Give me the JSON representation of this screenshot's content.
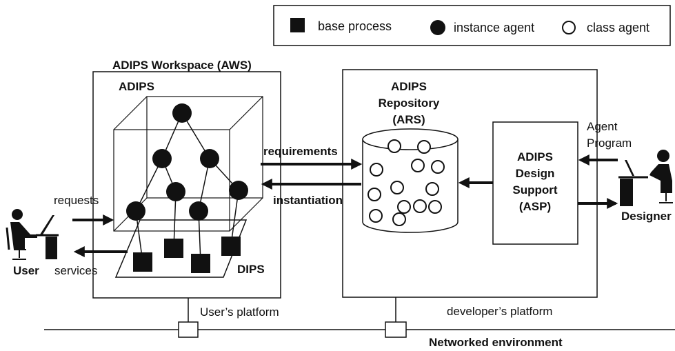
{
  "legend": {
    "base_process": "base process",
    "instance_agent": "instance agent",
    "class_agent": "class agent"
  },
  "aws": {
    "title": "ADIPS Workspace (AWS)",
    "adips_label": "ADIPS",
    "dips_label": "DIPS"
  },
  "ars": {
    "line1": "ADIPS",
    "line2": "Repository",
    "line3": "(ARS)"
  },
  "asp": {
    "line1": "ADIPS",
    "line2": "Design",
    "line3": "Support",
    "line4": "(ASP)"
  },
  "flows": {
    "requirements": "requirements",
    "instantiation": "instantiation",
    "requests": "requests",
    "services": "services",
    "agent_program_line1": "Agent",
    "agent_program_line2": "Program"
  },
  "actors": {
    "user": "User",
    "designer": "Designer"
  },
  "platforms": {
    "user": "User’s platform",
    "developer": "developer’s platform",
    "network": "Networked environment"
  }
}
